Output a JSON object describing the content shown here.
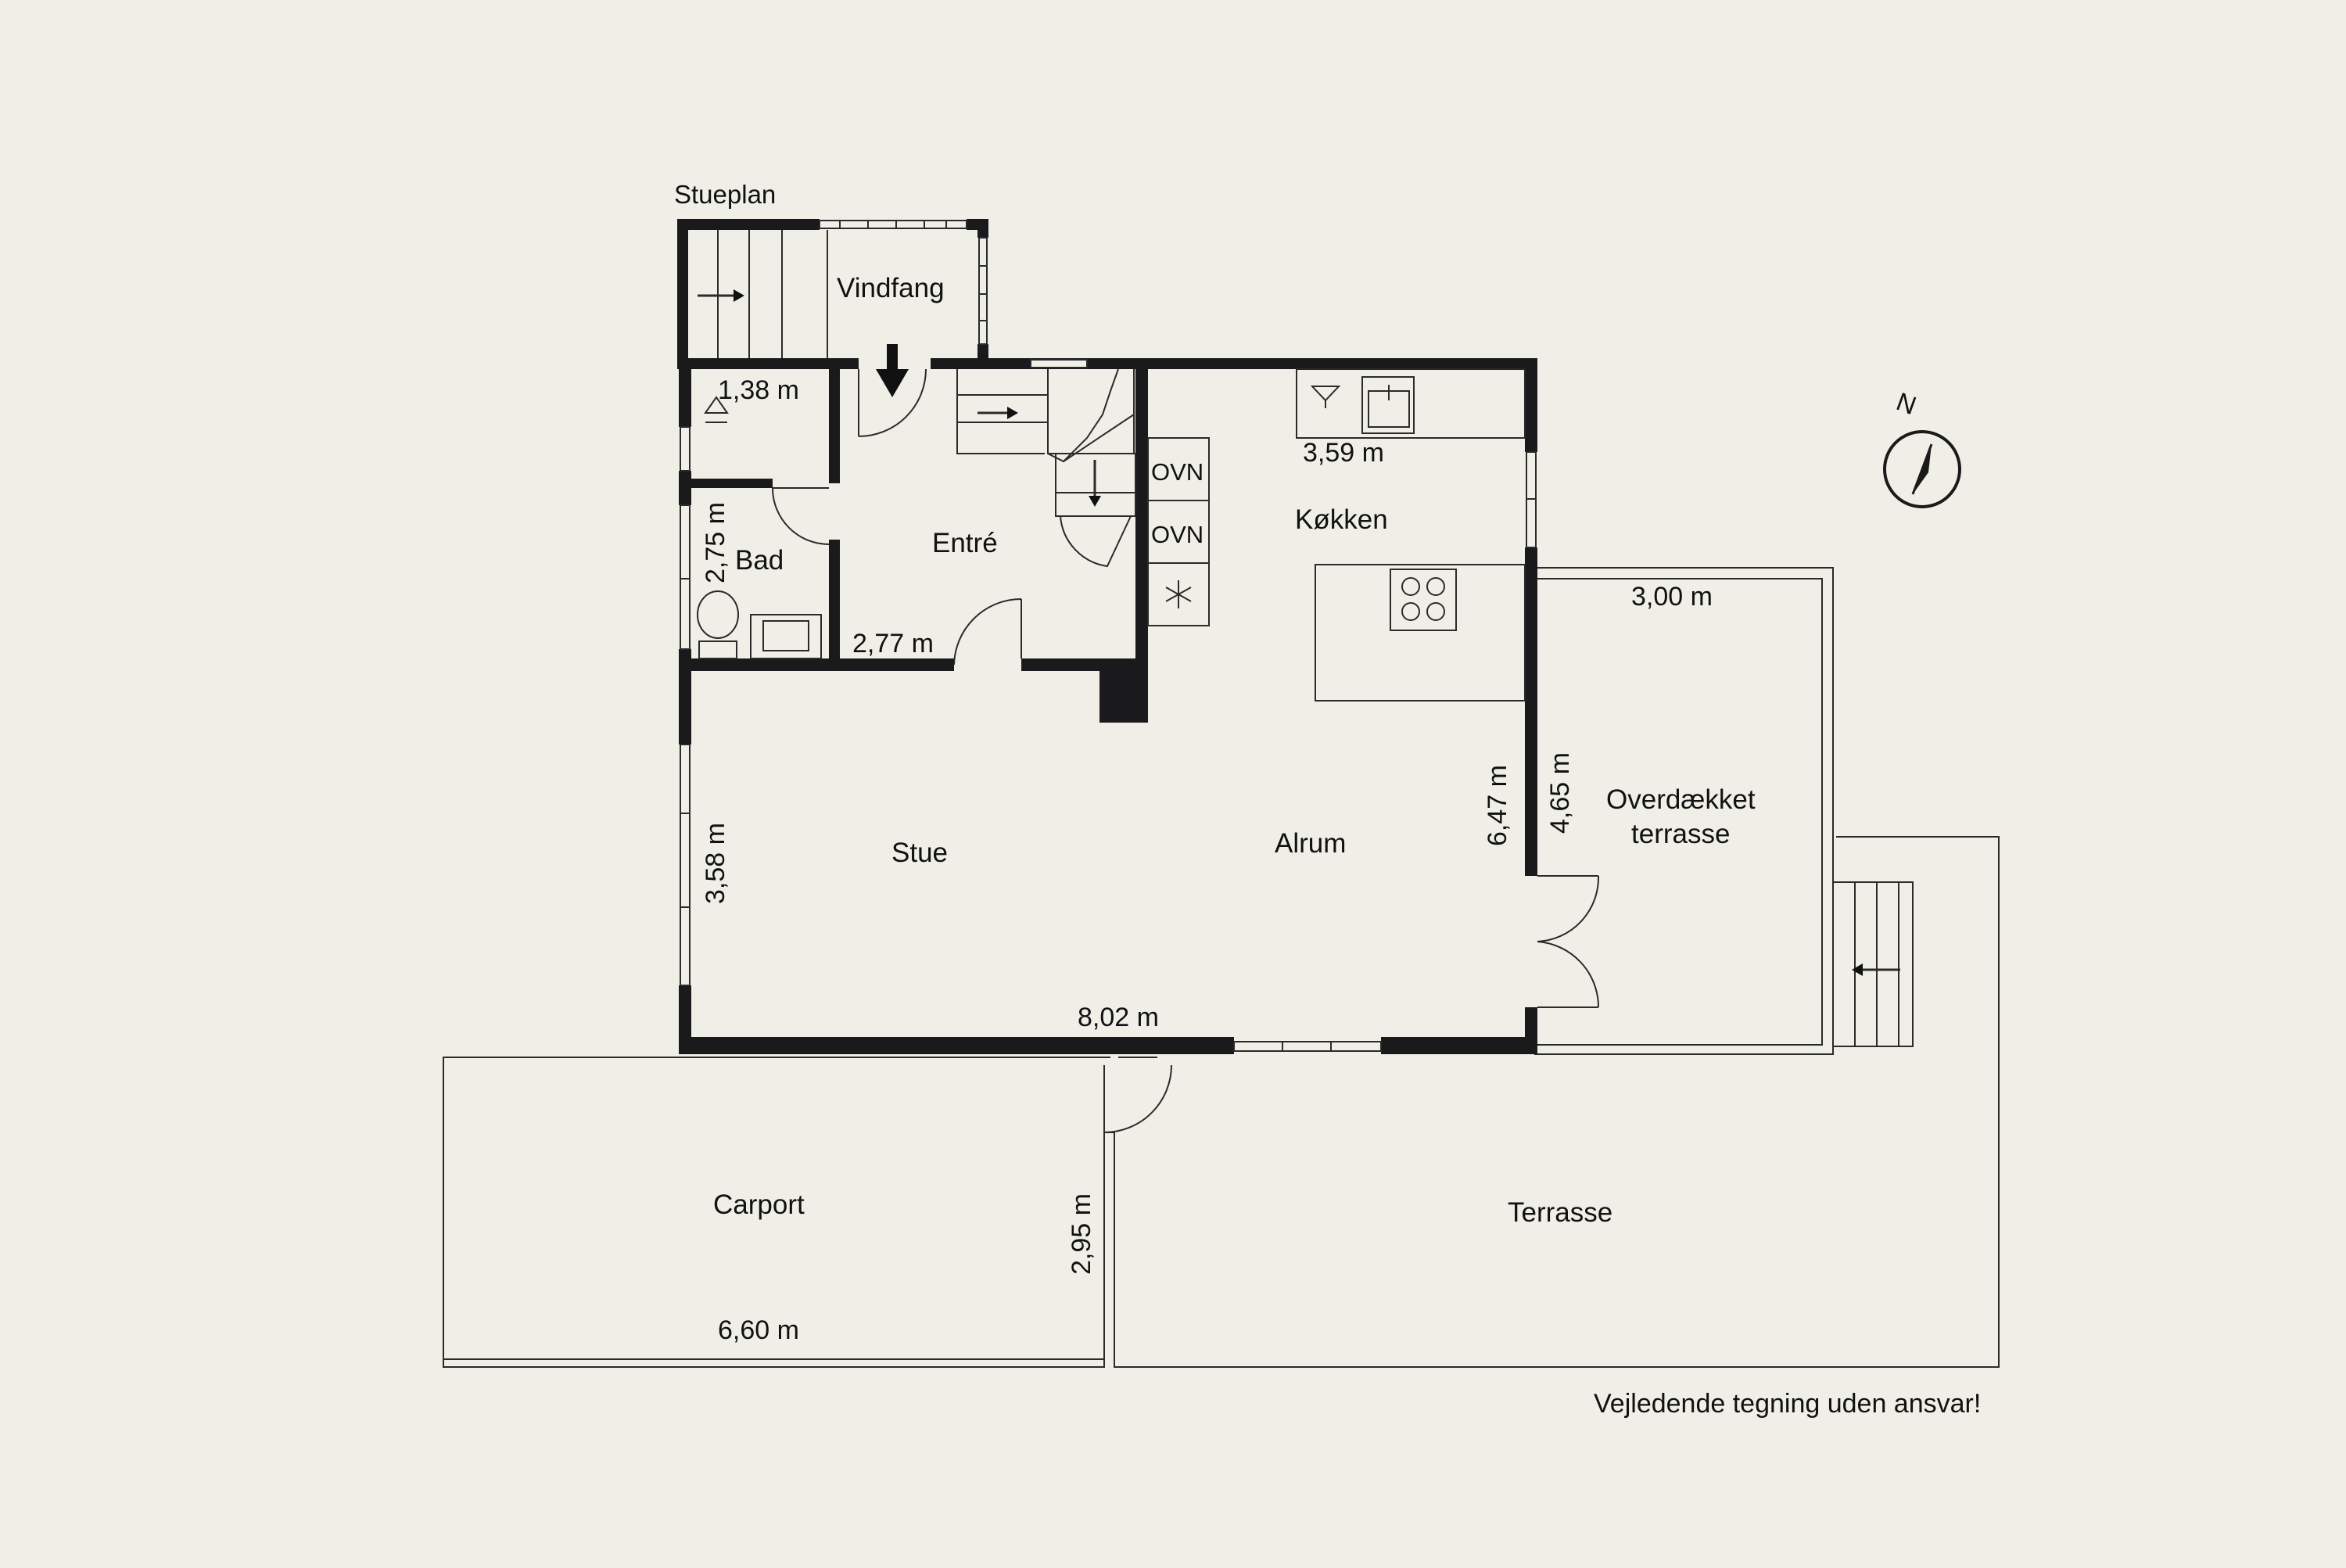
{
  "plan": {
    "title": "Stueplan",
    "disclaimer": "Vejledende tegning uden ansvar!",
    "north_label": "N"
  },
  "rooms": {
    "vindfang": "Vindfang",
    "entre": "Entré",
    "bad": "Bad",
    "koekken": "Køkken",
    "stue": "Stue",
    "alrum": "Alrum",
    "overdaekket_1": "Overdækket",
    "overdaekket_2": "terrasse",
    "carport": "Carport",
    "terrasse": "Terrasse"
  },
  "dimensions": {
    "d138": "1,38 m",
    "d275": "2,75 m",
    "d277": "2,77 m",
    "d359": "3,59 m",
    "d300": "3,00 m",
    "d647": "6,47 m",
    "d465": "4,65 m",
    "d358": "3,58 m",
    "d802": "8,02 m",
    "d295": "2,95 m",
    "d660": "6,60 m"
  },
  "appliances": {
    "oven1": "OVN",
    "oven2": "OVN"
  },
  "colors": {
    "background": "#f0efe7",
    "wall": "#1a1a1d",
    "line": "#2a2a2a"
  }
}
